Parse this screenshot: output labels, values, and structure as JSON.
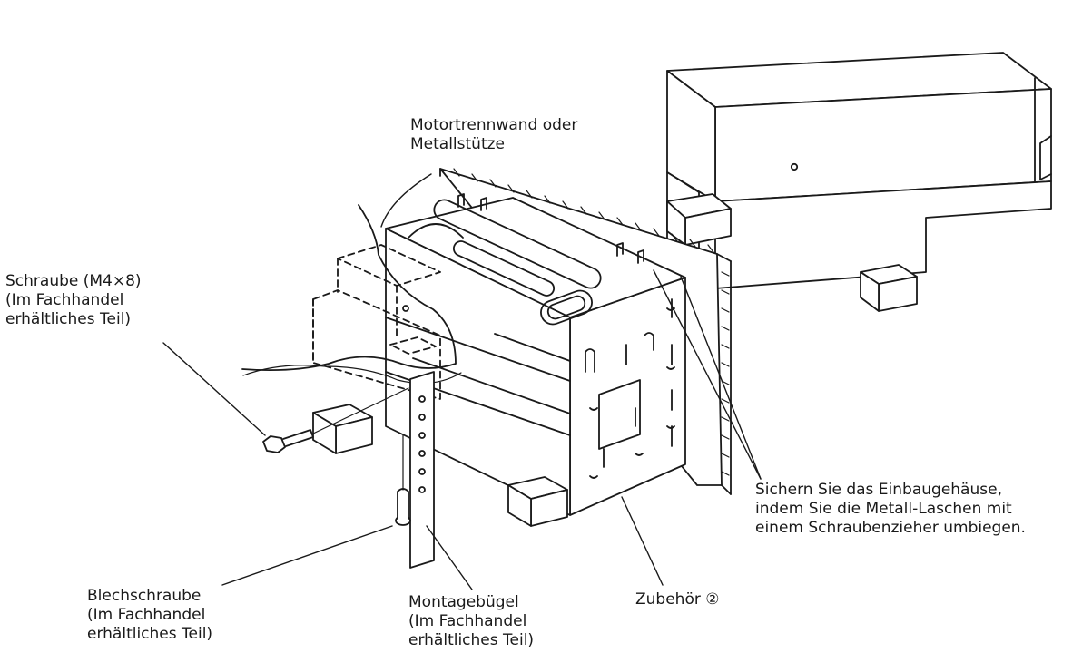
{
  "labels": {
    "motor_wall": [
      "Motortrennwand oder",
      "Metallstütze"
    ],
    "screw": [
      "Schraube (M4×8)",
      "(Im Fachhandel",
      "erhältliches Teil)"
    ],
    "secure_note": [
      "Sichern Sie das Einbaugehäuse,",
      "indem Sie die Metall-Laschen mit",
      "einem Schraubenzieher umbiegen."
    ],
    "sheet_screw": [
      "Blechschraube",
      "(Im Fachhandel",
      "erhältliches Teil)"
    ],
    "bracket": [
      "Montagebügel",
      "(Im Fachhandel",
      "erhältliches Teil)"
    ],
    "accessory": [
      "Zubehör ②"
    ]
  },
  "colors": {
    "line": "#1a1a1a",
    "background": "#ffffff"
  }
}
